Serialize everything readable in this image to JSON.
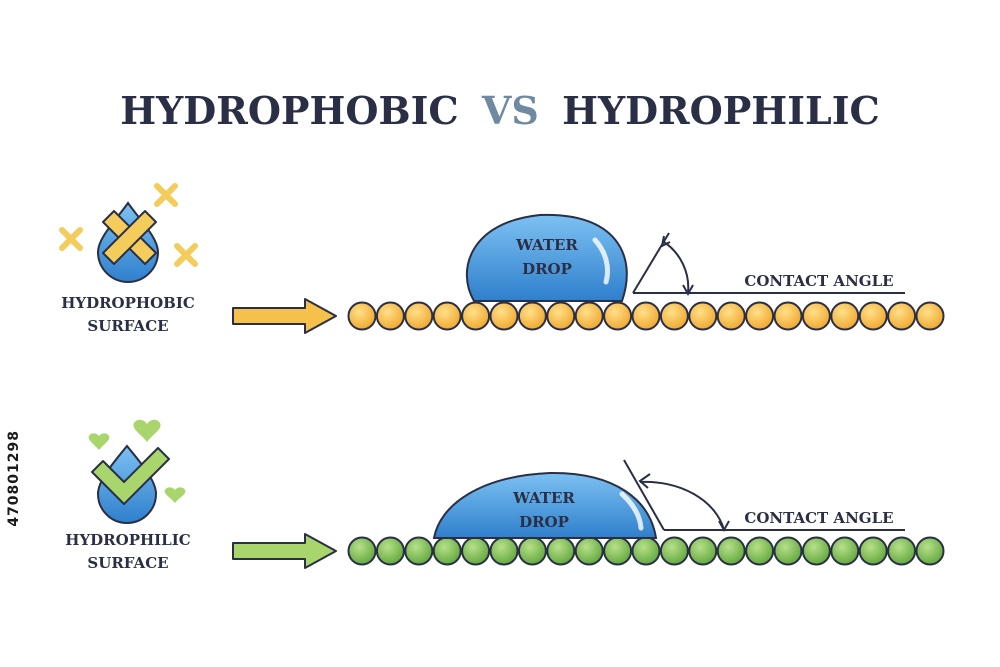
{
  "title": {
    "left": "HYDROPHOBIC",
    "vs": "VS",
    "right": "HYDROPHILIC"
  },
  "hydrophobic": {
    "label_line1": "HYDROPHOBIC",
    "label_line2": "SURFACE",
    "drop_line1": "WATER",
    "drop_line2": "DROP",
    "angle_label": "CONTACT ANGLE",
    "bead_color": "#f6b73c"
  },
  "hydrophilic": {
    "label_line1": "HYDROPHILIC",
    "label_line2": "SURFACE",
    "drop_line1": "WATER",
    "drop_line2": "DROP",
    "angle_label": "CONTACT ANGLE",
    "bead_color": "#7fbf4d"
  },
  "colors": {
    "title_dark": "#2a2f45",
    "title_vs": "#6e8aa0",
    "water": "#3f8fd6",
    "cross": "#f3cc5c",
    "check": "#a9d66c",
    "outline": "#2a2f45"
  },
  "stock_id": "470801298"
}
